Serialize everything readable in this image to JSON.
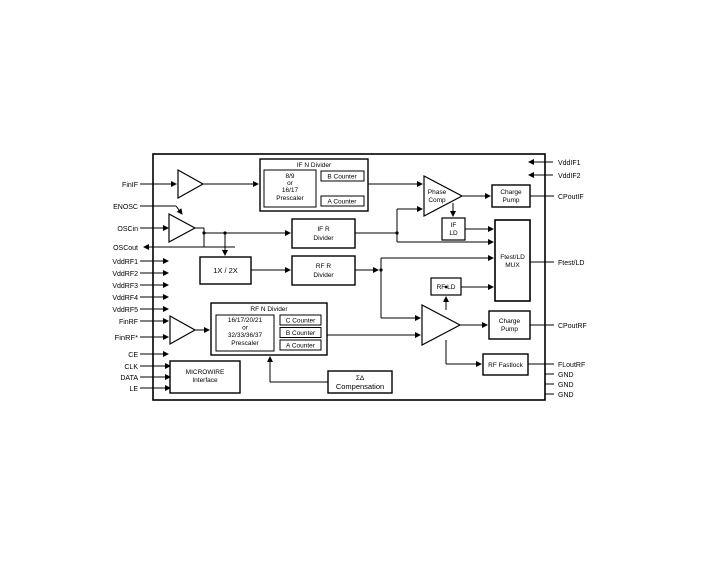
{
  "pins_left": {
    "finif": "FinIF",
    "enosc": "ENOSC",
    "oscin": "OSCin",
    "oscout": "OSCout",
    "vddrf1": "VddRF1",
    "vddrf2": "VddRF2",
    "vddrf3": "VddRF3",
    "vddrf4": "VddRF4",
    "vddrf5": "VddRF5",
    "finrf": "FinRF",
    "finrf_bar": "FinRF*",
    "ce": "CE",
    "clk": "CLK",
    "data": "DATA",
    "le": "LE"
  },
  "pins_right": {
    "vddif1": "VddIF1",
    "vddif2": "VddIF2",
    "cpoutif": "CPoutIF",
    "ftest_ld": "Ftest/LD",
    "cpoutrf": "CPoutRF",
    "floutrf": "FLoutRF",
    "gnd1": "GND",
    "gnd2": "GND",
    "gnd3": "GND"
  },
  "blocks": {
    "if_n_divider": {
      "title": "IF N Divider",
      "prescaler": [
        "8/9",
        "or",
        "16/17",
        "Prescaler"
      ],
      "b_counter": "B Counter",
      "a_counter": "A Counter"
    },
    "if_r_divider": [
      "IF R",
      "Divider"
    ],
    "rf_r_divider": [
      "RF R",
      "Divider"
    ],
    "doubler": "1X / 2X",
    "phase_comp": [
      "Phase",
      "Comp"
    ],
    "if_ld": [
      "IF",
      "LD"
    ],
    "charge_pump_if": [
      "Charge",
      "Pump"
    ],
    "ftest_mux": [
      "Ftest/LD",
      "MUX"
    ],
    "rf_ld": "RF LD",
    "charge_pump_rf": [
      "Charge",
      "Pump"
    ],
    "rf_fastlock": "RF Fastlock",
    "rf_n_divider": {
      "title": "RF N Divider",
      "prescaler": [
        "16/17/20/21",
        "or",
        "32/33/36/37",
        "Prescaler"
      ],
      "c_counter": "C Counter",
      "b_counter": "B Counter",
      "a_counter": "A Counter"
    },
    "microwire": [
      "MICROWIRE",
      "Interface"
    ],
    "sigma_delta": [
      "ΣΔ",
      "Compensation"
    ]
  }
}
